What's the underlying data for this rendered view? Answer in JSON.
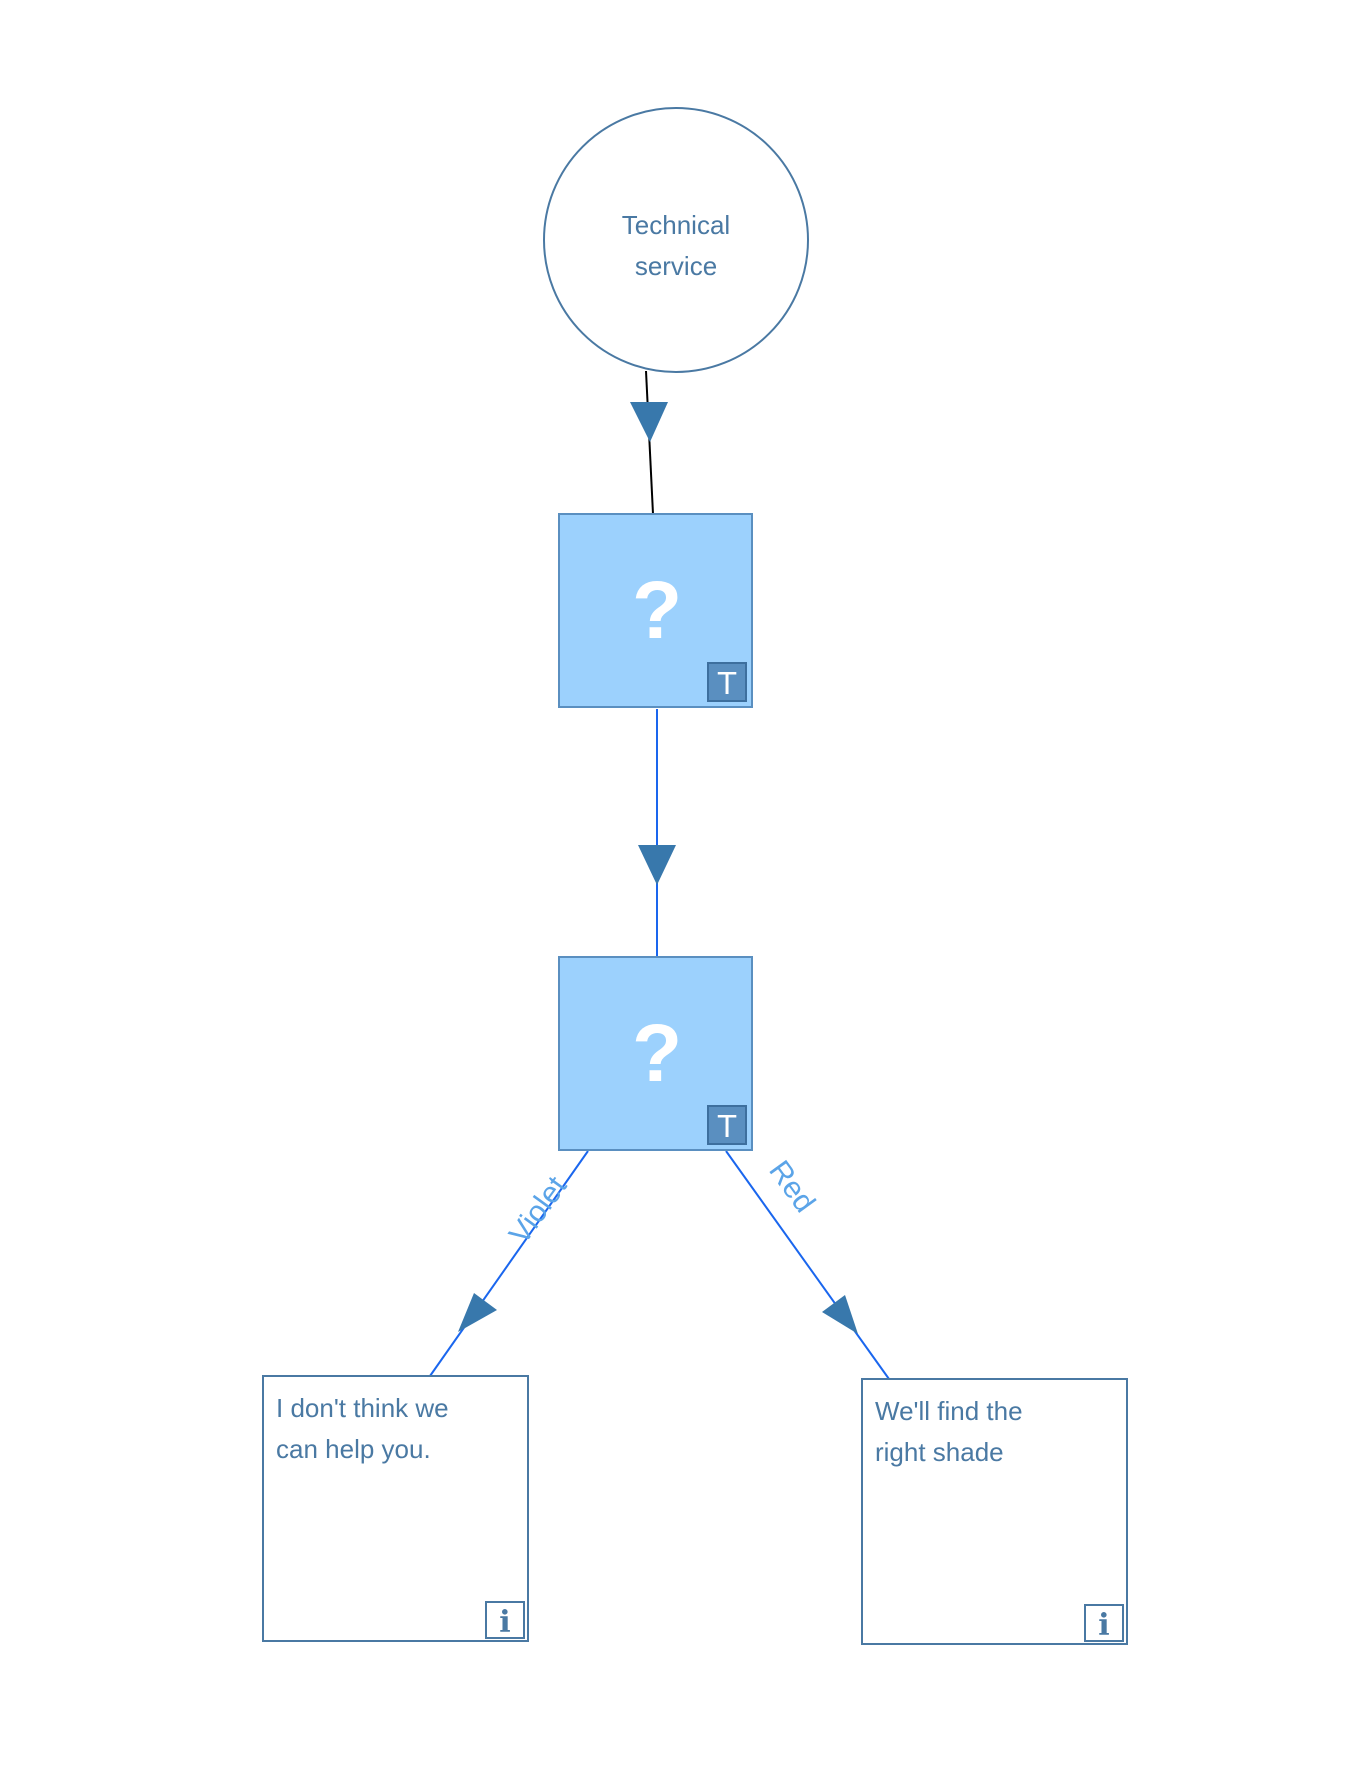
{
  "diagram": {
    "start_node": {
      "lines": [
        "Technical",
        "service"
      ]
    },
    "decision_1": {
      "symbol": "?",
      "badge": "T"
    },
    "decision_2": {
      "symbol": "?",
      "badge": "T"
    },
    "edges": {
      "violet_label": "Violet",
      "red_label": "Red"
    },
    "outcome_left": {
      "lines": [
        "I don't think we",
        "can help you."
      ],
      "badge": "i"
    },
    "outcome_right": {
      "lines": [
        "We'll find the",
        "right shade"
      ],
      "badge": "i"
    }
  },
  "colors": {
    "node_stroke": "#4a79a3",
    "decision_fill": "#9cd1fd",
    "decision_stroke": "#5a8fc0",
    "badge_fill": "#5a8fc0",
    "edge_blue": "#1a66ee",
    "edge_black": "#000000",
    "arrow_fill": "#3878ac",
    "label_color": "#5ba4e8",
    "text_color": "#4a79a3"
  }
}
